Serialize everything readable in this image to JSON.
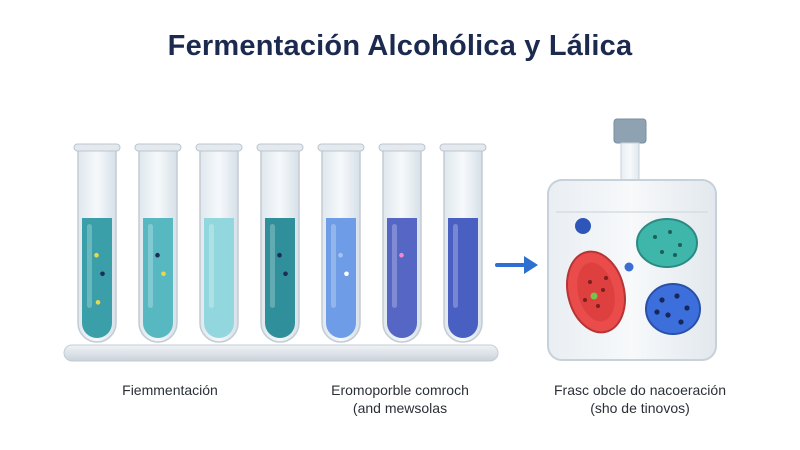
{
  "title": "Fermentación Alcohólica y Lálica",
  "tubes": [
    {
      "liquid_color": "#3a9fa8",
      "particle_colors": [
        "#e8d84a",
        "#1c2d5a",
        "#e8d84a"
      ]
    },
    {
      "liquid_color": "#58b8c2",
      "particle_colors": [
        "#1c2d5a",
        "#e8d84a"
      ]
    },
    {
      "liquid_color": "#93d7de",
      "particle_colors": []
    },
    {
      "liquid_color": "#2f8f9a",
      "particle_colors": [
        "#1c2d5a",
        "#1c2d5a"
      ]
    },
    {
      "liquid_color": "#6f9ce6",
      "particle_colors": [
        "#a9c3f0",
        "#ffffff"
      ]
    },
    {
      "liquid_color": "#5566c4",
      "particle_colors": [
        "#f08ad0"
      ]
    },
    {
      "liquid_color": "#4a5fc2",
      "particle_colors": []
    }
  ],
  "arrow_color": "#2f6fd1",
  "flask": {
    "cells": [
      {
        "name": "red-cell",
        "color": "#ea4b4b"
      },
      {
        "name": "teal-cell",
        "color": "#3fb6aa"
      },
      {
        "name": "blue-cell",
        "color": "#3d6fdc"
      }
    ]
  },
  "captions": {
    "left": "Fiemmentación",
    "middle_line1": "Eromoporble comroch",
    "middle_line2": "(and mewsolas",
    "right_line1": "Frasc obcle do nacoeración",
    "right_line2": "(sho de tinovos)"
  }
}
